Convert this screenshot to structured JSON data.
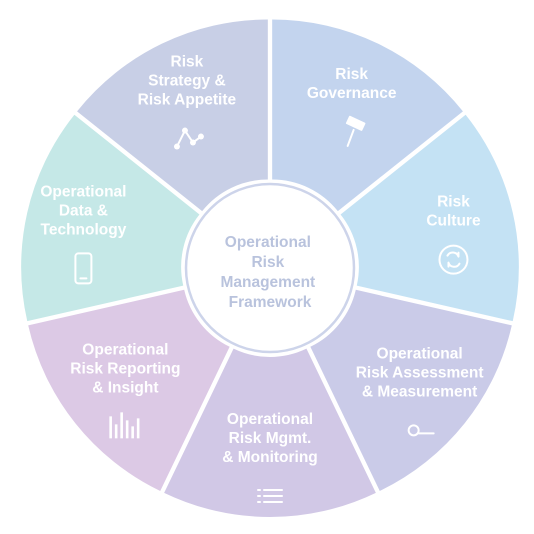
{
  "center": {
    "lines": [
      "Operational",
      "Risk",
      "Management",
      "Framework"
    ]
  },
  "segments": [
    {
      "id": "governance",
      "lines": [
        "Risk",
        "Governance"
      ],
      "icon": "gavel-icon",
      "color": "#c3d4ee"
    },
    {
      "id": "culture",
      "lines": [
        "Risk",
        "Culture"
      ],
      "icon": "sync-icon",
      "color": "#c4e2f4"
    },
    {
      "id": "assessment",
      "lines": [
        "Operational",
        "Risk Assessment",
        "& Measurement"
      ],
      "icon": "measure-icon",
      "color": "#cacbe8"
    },
    {
      "id": "monitoring",
      "lines": [
        "Operational",
        "Risk Mgmt.",
        "& Monitoring"
      ],
      "icon": "list-icon",
      "color": "#d1c8e6"
    },
    {
      "id": "reporting",
      "lines": [
        "Operational",
        "Risk Reporting",
        "& Insight"
      ],
      "icon": "bar-chart-icon",
      "color": "#dcc9e5"
    },
    {
      "id": "data",
      "lines": [
        "Operational",
        "Data &",
        "Technology"
      ],
      "icon": "mobile-icon",
      "color": "#c5e8e7"
    },
    {
      "id": "strategy",
      "lines": [
        "Risk",
        "Strategy &",
        "Risk Appetite"
      ],
      "icon": "network-icon",
      "color": "#c8cfe6"
    }
  ]
}
